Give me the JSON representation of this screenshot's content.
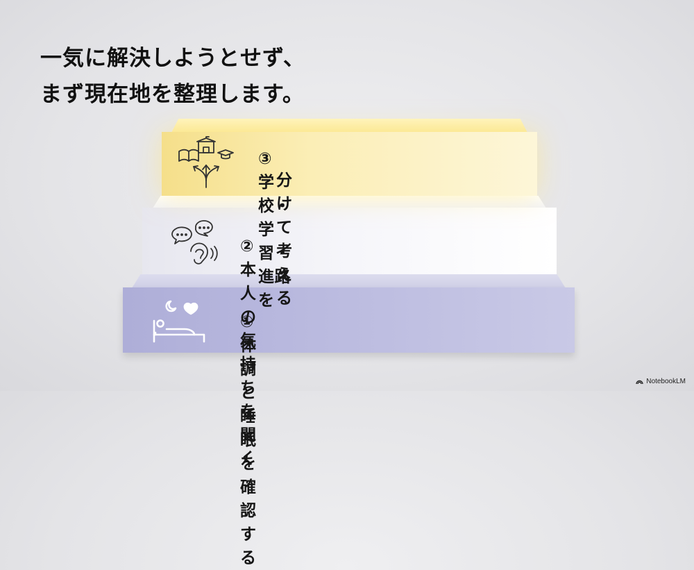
{
  "headline": {
    "line1": "一気に解決しようとせず、",
    "line2": "まず現在地を整理します。"
  },
  "steps": [
    {
      "label_line1": "① 体調と睡眠を確認する",
      "icon": "bed-icon",
      "color": "#b3b3dc"
    },
    {
      "label_line1": "② 本人の気持ちを聞く",
      "icon": "listening-ear-icon",
      "color": "#f4f4f8"
    },
    {
      "label_line1": "③ 学校・学習・進路を",
      "label_line2": "分けて考える",
      "icon": "crossroads-school-icon",
      "color": "#f7e393"
    }
  ],
  "brand": {
    "name": "NotebookLM",
    "icon": "notebooklm-logo-icon"
  }
}
